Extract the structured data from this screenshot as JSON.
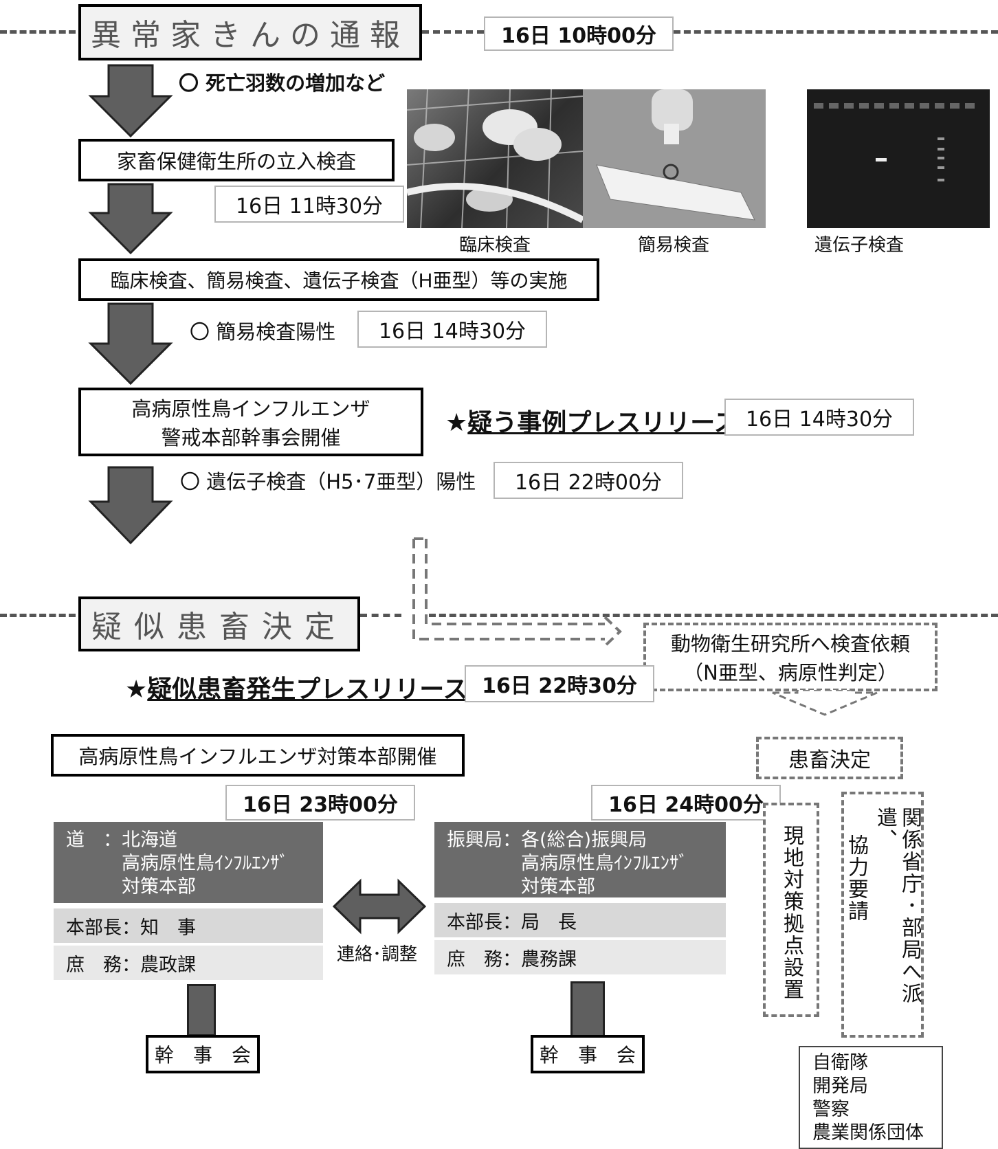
{
  "stage1": {
    "title": "異常家きんの通報",
    "time": "16日 10時00分"
  },
  "note_death": "〇 死亡羽数の増加など",
  "step_inspect": {
    "label": "家畜保健衛生所の立入検査",
    "time": "16日 11時30分"
  },
  "photos": {
    "clinical": "臨床検査",
    "simple": "簡易検査",
    "genetic": "遺伝子検査"
  },
  "step_tests": "臨床検査、簡易検査、遺伝子検査（H亜型）等の実施",
  "note_simple_positive": {
    "label": "〇 簡易検査陽性",
    "time": "16日 14時30分"
  },
  "step_hq_meeting": {
    "line1": "高病原性鳥インフルエンザ",
    "line2": "警戒本部幹事会開催"
  },
  "press1": {
    "star": "★",
    "label": "疑う事例プレスリリース",
    "time": "16日 14時30分"
  },
  "note_genetic_positive": {
    "label": "〇 遺伝子検査（H5･7亜型）陽性",
    "time": "16日 22時00分"
  },
  "stage2": {
    "title": "疑似患畜決定"
  },
  "press2": {
    "star": "★",
    "label": "疑似患畜発生プレスリリース",
    "time": "16日 22時30分"
  },
  "lab_request": {
    "line1": "動物衛生研究所へ検査依頼",
    "line2": "（N亜型、病原性判定）"
  },
  "patient_decision": "患畜決定",
  "hq_open": "高病原性鳥インフルエンザ対策本部開催",
  "left_hq": {
    "time": "16日 23時00分",
    "org": "道　：北海道\n　　　高病原性鳥ｲﾝﾌﾙｴﾝｻﾞ\n　　　対策本部",
    "chief": "本部長：知　事",
    "office": "庶　務：農政課",
    "committee": "幹　事　会"
  },
  "liaison": "連絡･調整",
  "right_hq": {
    "time": "16日 24時00分",
    "org": "振興局：各(総合)振興局\n　　　　高病原性鳥ｲﾝﾌﾙｴﾝｻﾞ\n　　　　対策本部",
    "chief": "本部長：局　長",
    "office": "庶　務：農務課",
    "committee": "幹　事　会"
  },
  "local_base": "現地対策拠点設置",
  "request_agencies": {
    "col1": "関係省庁･部局へ派遣、",
    "col2": "協力要請"
  },
  "cooperators": [
    "自衛隊",
    "開発局",
    "警察",
    "農業関係団体"
  ]
}
